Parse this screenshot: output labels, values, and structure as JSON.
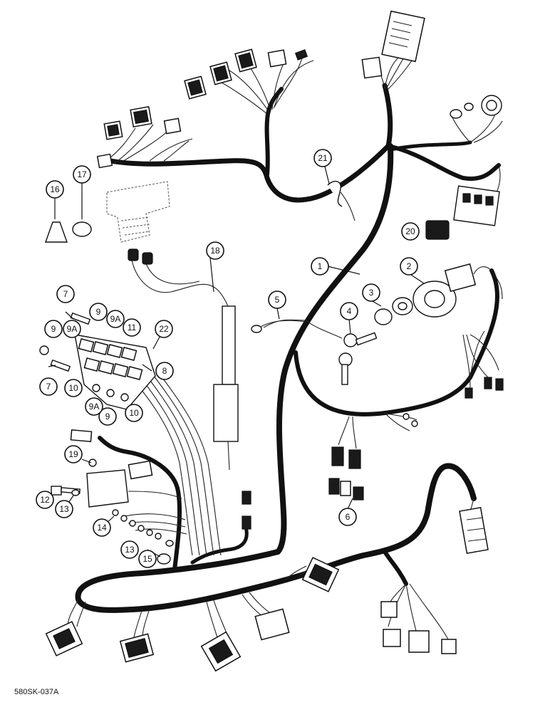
{
  "figure_ref": "580SK-037A",
  "callouts": [
    {
      "id": "c1",
      "label": "1"
    },
    {
      "id": "c2",
      "label": "2"
    },
    {
      "id": "c3",
      "label": "3"
    },
    {
      "id": "c4",
      "label": "4"
    },
    {
      "id": "c5",
      "label": "5"
    },
    {
      "id": "c6",
      "label": "6"
    },
    {
      "id": "c7a",
      "label": "7"
    },
    {
      "id": "c7b",
      "label": "7"
    },
    {
      "id": "c8",
      "label": "8"
    },
    {
      "id": "c9a",
      "label": "9"
    },
    {
      "id": "c9b",
      "label": "9"
    },
    {
      "id": "c9c",
      "label": "9"
    },
    {
      "id": "c9Aa",
      "label": "9A"
    },
    {
      "id": "c9Ab",
      "label": "9A"
    },
    {
      "id": "c9Ac",
      "label": "9A"
    },
    {
      "id": "c10a",
      "label": "10"
    },
    {
      "id": "c10b",
      "label": "10"
    },
    {
      "id": "c11",
      "label": "11"
    },
    {
      "id": "c12",
      "label": "12"
    },
    {
      "id": "c13a",
      "label": "13"
    },
    {
      "id": "c13b",
      "label": "13"
    },
    {
      "id": "c14",
      "label": "14"
    },
    {
      "id": "c15",
      "label": "15"
    },
    {
      "id": "c16",
      "label": "16"
    },
    {
      "id": "c17",
      "label": "17"
    },
    {
      "id": "c18",
      "label": "18"
    },
    {
      "id": "c19",
      "label": "19"
    },
    {
      "id": "c20",
      "label": "20"
    },
    {
      "id": "c21",
      "label": "21"
    },
    {
      "id": "c22",
      "label": "22"
    }
  ]
}
